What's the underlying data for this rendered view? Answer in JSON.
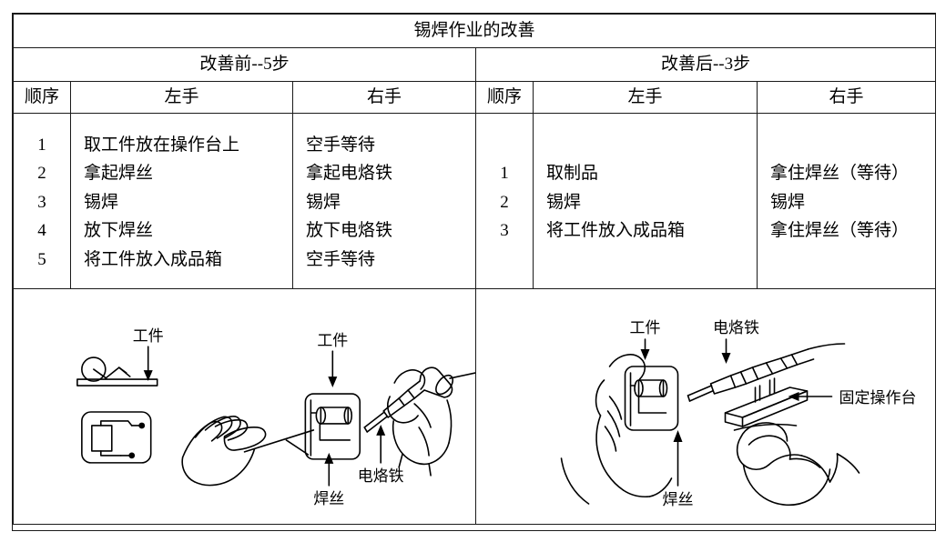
{
  "document": {
    "title": "锡焊作业的改善"
  },
  "sections": {
    "before": {
      "header": "改善前--5步",
      "columns": [
        "顺序",
        "左手",
        "右手"
      ],
      "rows": [
        {
          "seq": "1",
          "left": "取工件放在操作台上",
          "right": "空手等待"
        },
        {
          "seq": "2",
          "left": "拿起焊丝",
          "right": "拿起电烙铁"
        },
        {
          "seq": "3",
          "left": "锡焊",
          "right": "锡焊"
        },
        {
          "seq": "4",
          "left": "放下焊丝",
          "right": "放下电烙铁"
        },
        {
          "seq": "5",
          "left": "将工件放入成品箱",
          "right": "空手等待"
        }
      ]
    },
    "after": {
      "header": "改善后--3步",
      "columns": [
        "顺序",
        "左手",
        "右手"
      ],
      "rows": [
        {
          "seq": "1",
          "left": "取制品",
          "right": "拿住焊丝（等待）"
        },
        {
          "seq": "2",
          "left": "锡焊",
          "right": "锡焊"
        },
        {
          "seq": "3",
          "left": "将工件放入成品箱",
          "right": "拿住焊丝（等待）"
        }
      ]
    }
  },
  "figures": {
    "before": {
      "labels": {
        "workpiece_left": "工件",
        "workpiece_right": "工件",
        "solder_wire": "焊丝",
        "soldering_iron": "电烙铁"
      }
    },
    "after": {
      "labels": {
        "workpiece": "工件",
        "soldering_iron": "电烙铁",
        "fixed_workbench": "固定操作台",
        "solder_wire": "焊丝"
      }
    }
  },
  "style": {
    "line_color": "#1a1a1a",
    "background": "#ffffff"
  }
}
